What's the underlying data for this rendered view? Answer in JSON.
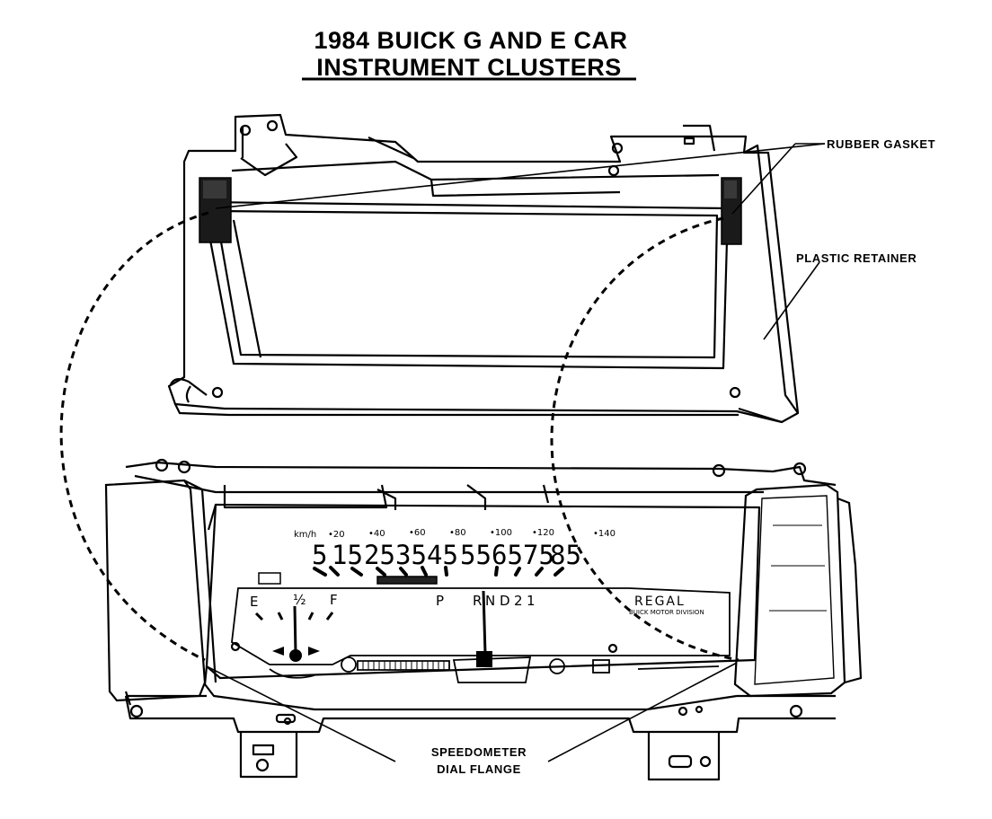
{
  "title": {
    "line1": "1984 BUICK G AND E CAR",
    "line2": "INSTRUMENT CLUSTERS"
  },
  "callouts": {
    "rubber_gasket": "RUBBER GASKET",
    "plastic_retainer": "PLASTIC RETAINER",
    "speedometer_line1": "SPEEDOMETER",
    "speedometer_line2": "DIAL FLANGE"
  },
  "speedometer": {
    "kmh_label": "km/h",
    "kmh_marks": [
      "•20",
      "•40",
      "•60",
      "•80",
      "•100",
      "•120",
      "•140"
    ],
    "mph_marks": [
      "5",
      "15",
      "25",
      "35",
      "45",
      "55",
      "65",
      "75",
      "85"
    ]
  },
  "fuel_gauge": {
    "empty": "E",
    "half": "½",
    "full": "F"
  },
  "gear_indicator": [
    "P",
    "R",
    "N",
    "D",
    "2",
    "1"
  ],
  "brand": {
    "name": "REGAL",
    "division": "BUICK MOTOR DIVISION"
  }
}
